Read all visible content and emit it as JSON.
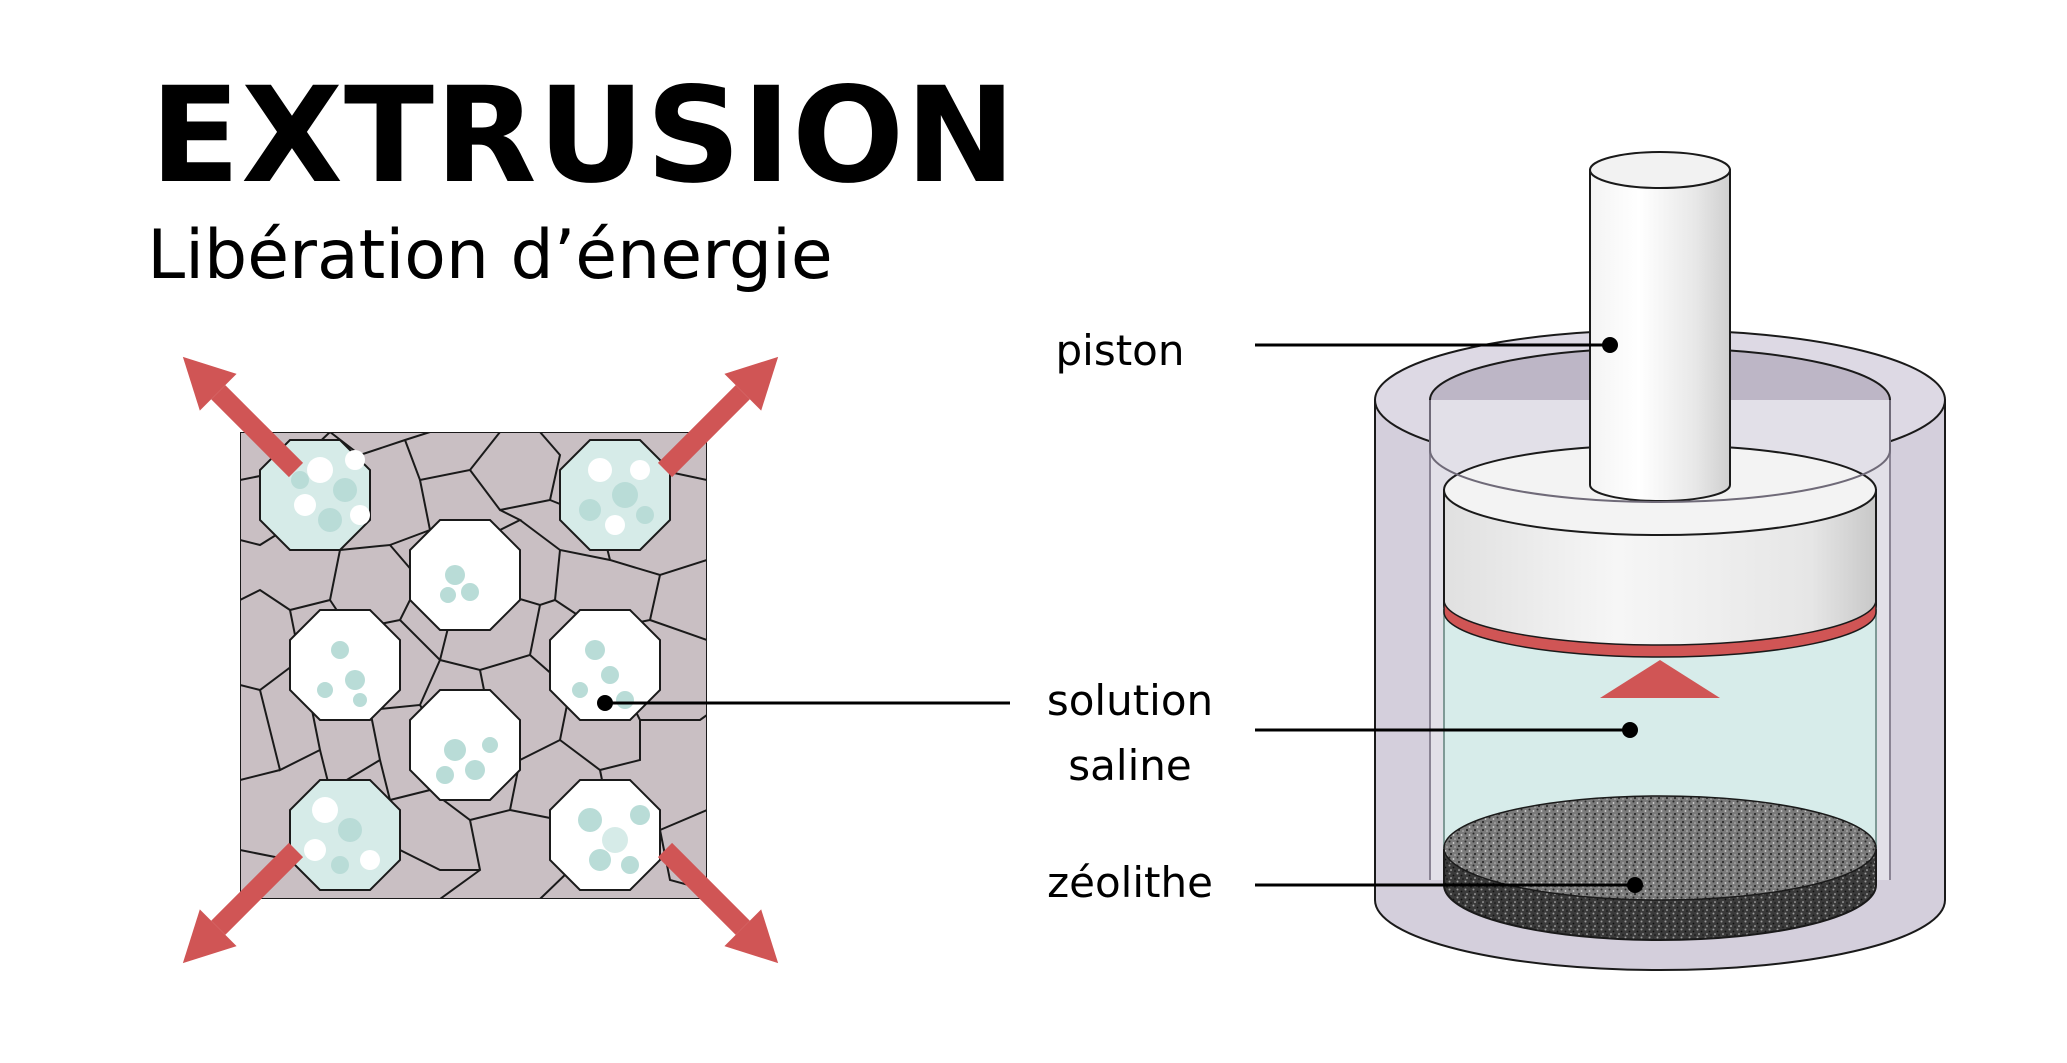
{
  "title": "EXTRUSION",
  "subtitle": "Libération d’énergie",
  "labels": {
    "piston": "piston",
    "solution_line1": "solution",
    "solution_line2": "saline",
    "zeolithe": "zéolithe"
  },
  "colors": {
    "framework": "#c9bfc3",
    "cage_fill": "#d6ebe8",
    "particle": "#b9dcd7",
    "arrow": "#d05555",
    "cylinder_body": "#d4cfdc",
    "liquid": "#d7ecea",
    "piston": "#ebebeb",
    "piston_seal": "#d05555",
    "zeolite_bed": "#4a4a4a"
  }
}
